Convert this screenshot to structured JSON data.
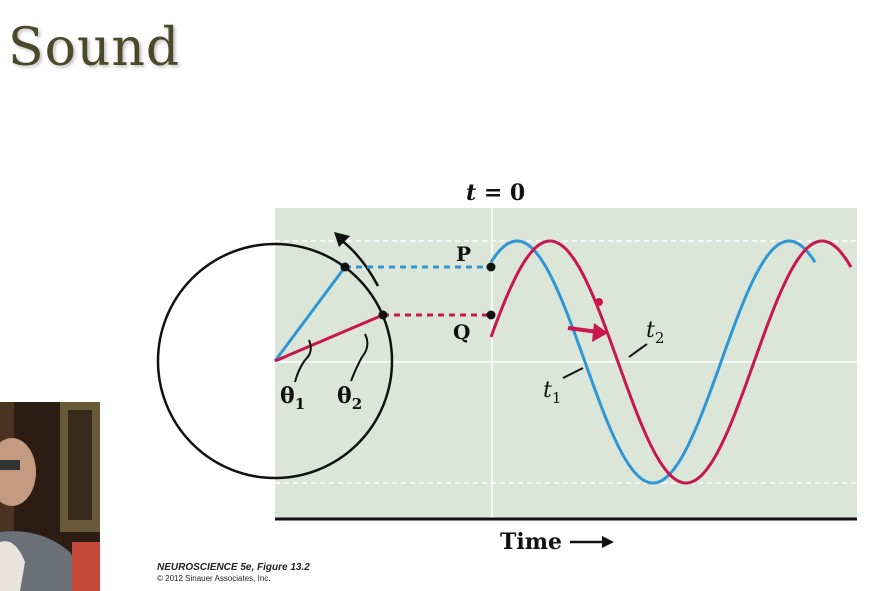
{
  "slide": {
    "title": "Sound"
  },
  "figure": {
    "t_label_var": "t",
    "t_label_eq": " = 0",
    "point_p": "P",
    "point_q": "Q",
    "theta1": "θ",
    "theta1_sub": "1",
    "theta2": "θ",
    "theta2_sub": "2",
    "t1": "t",
    "t1_sub": "1",
    "t2": "t",
    "t2_sub": "2",
    "time_axis_label": "Time"
  },
  "caption": {
    "figure_ref": "NEUROSCIENCE 5e, Figure 13.2",
    "copyright": "© 2012 Sinauer Associates, Inc."
  },
  "colors": {
    "plot_bg": "#dbe6d8",
    "blue_wave": "#2f97d4",
    "red_wave": "#c8174e",
    "title": "#4a4a2a"
  }
}
